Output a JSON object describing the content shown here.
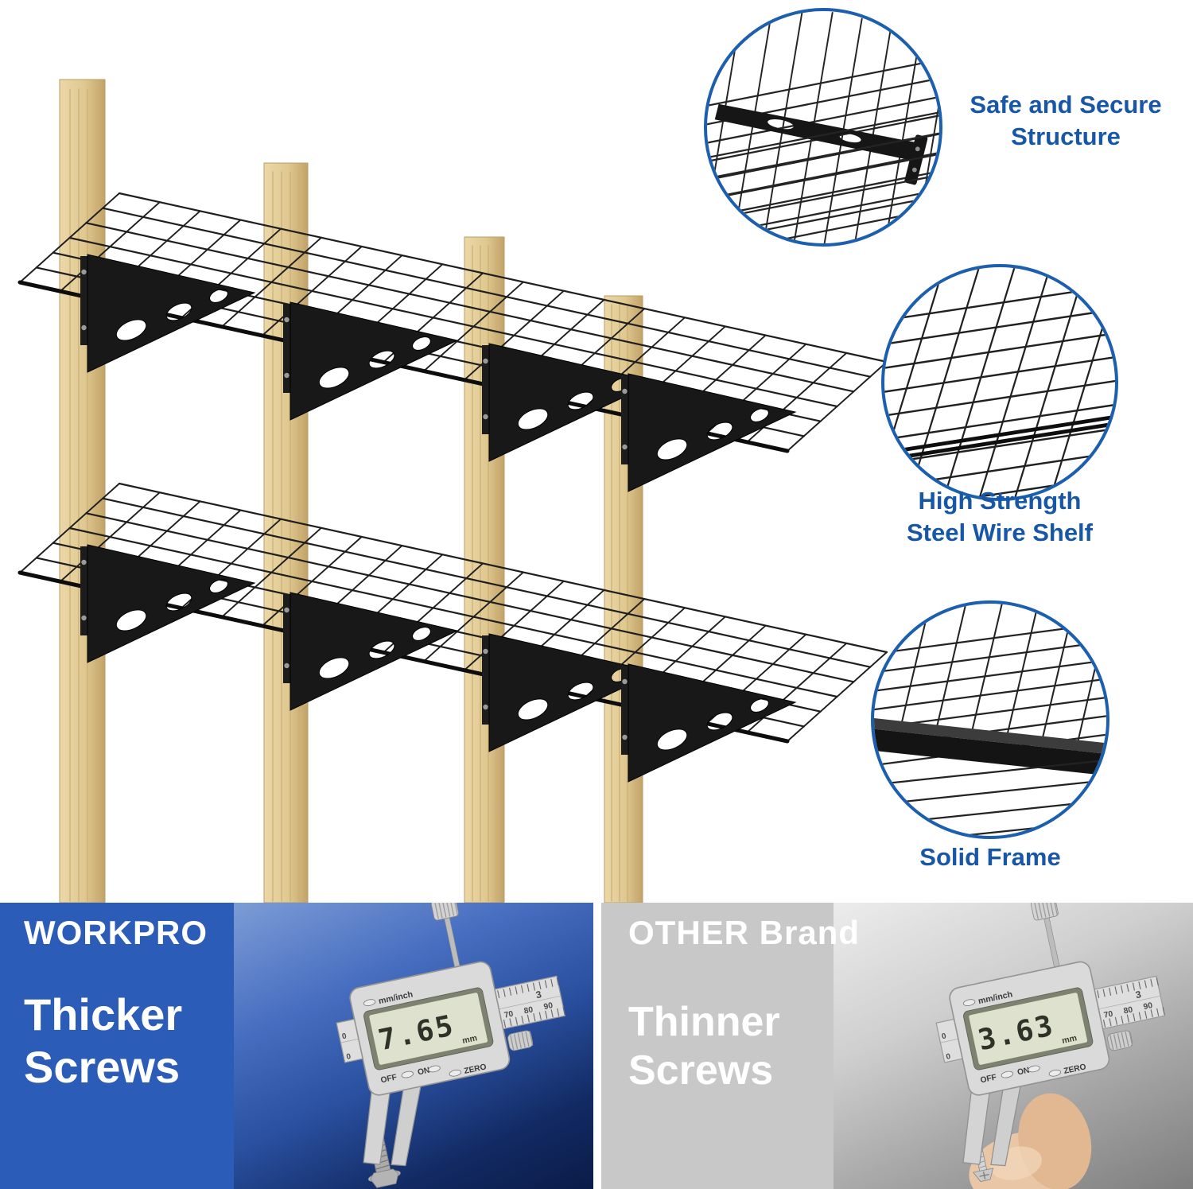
{
  "callouts": [
    {
      "label": [
        "Safe and Secure",
        "Structure"
      ]
    },
    {
      "label": [
        "High Strength",
        "Steel Wire Shelf"
      ]
    },
    {
      "label": [
        "Solid Frame"
      ]
    }
  ],
  "comparison": {
    "left": {
      "brand": "WORKPRO",
      "feature": [
        "Thicker",
        "Screws"
      ],
      "caliper": {
        "mode_label": "mm/inch",
        "reading": "7.65",
        "unit": "mm",
        "btn_off": "OFF",
        "btn_on": "ON",
        "btn_zero": "ZERO",
        "scale_zero": "0",
        "scale_inch": "3",
        "scale_marks": [
          "70",
          "80",
          "90"
        ]
      }
    },
    "right": {
      "brand": "OTHER Brand",
      "feature": [
        "Thinner",
        "Screws"
      ],
      "caliper": {
        "mode_label": "mm/inch",
        "reading": "3.63",
        "unit": "mm",
        "btn_off": "OFF",
        "btn_on": "ON",
        "btn_zero": "ZERO",
        "scale_zero": "0",
        "scale_inch": "3",
        "scale_marks": [
          "70",
          "80",
          "90"
        ]
      }
    }
  },
  "colors": {
    "accent_blue": "#1857a8",
    "circle_border": "#1b5fae",
    "panel_blue": "#2b5cb8",
    "panel_gray": "#c8c8c8",
    "wood": "#dfc890",
    "steel_black": "#181818"
  }
}
